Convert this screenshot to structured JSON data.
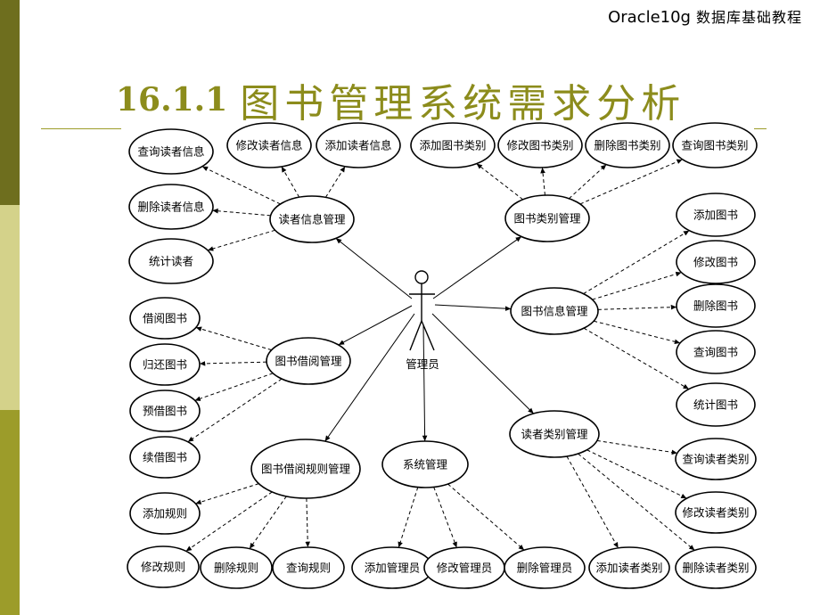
{
  "header": {
    "en": "Oracle10g",
    "cn": "数据库基础教程"
  },
  "title": {
    "number": "16.1.1",
    "text": "图书管理系统需求分析"
  },
  "actor": {
    "label": "管理员"
  },
  "nodes": {
    "reader_mgmt": "读者信息管理",
    "query_reader": "查询读者信息",
    "modify_reader": "修改读者信息",
    "add_reader": "添加读者信息",
    "delete_reader": "删除读者信息",
    "count_reader": "统计读者",
    "category_mgmt": "图书类别管理",
    "add_category": "添加图书类别",
    "modify_category": "修改图书类别",
    "delete_category": "删除图书类别",
    "query_category": "查询图书类别",
    "book_mgmt": "图书信息管理",
    "add_book": "添加图书",
    "modify_book": "修改图书",
    "delete_book": "删除图书",
    "query_book": "查询图书",
    "count_book": "统计图书",
    "borrow_mgmt": "图书借阅管理",
    "borrow_book": "借阅图书",
    "return_book": "归还图书",
    "reserve_book": "预借图书",
    "renew_book": "续借图书",
    "rule_mgmt": "图书借阅规则管理",
    "add_rule": "添加规则",
    "modify_rule": "修改规则",
    "delete_rule": "删除规则",
    "query_rule": "查询规则",
    "system_mgmt": "系统管理",
    "add_admin": "添加管理员",
    "modify_admin": "修改管理员",
    "delete_admin": "删除管理员",
    "reader_type_mgmt": "读者类别管理",
    "query_reader_type": "查询读者类别",
    "modify_reader_type": "修改读者类别",
    "add_reader_type": "添加读者类别",
    "delete_reader_type": "删除读者类别"
  }
}
